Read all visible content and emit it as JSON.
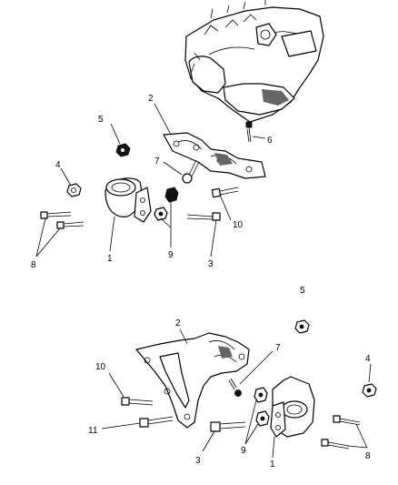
{
  "callouts": {
    "top_2": "2",
    "top_5": "5",
    "top_6": "6",
    "top_7": "7",
    "top_4": "4",
    "top_10": "10",
    "top_1": "1",
    "top_9": "9",
    "top_3": "3",
    "top_8": "8",
    "bot_5": "5",
    "bot_2": "2",
    "bot_7": "7",
    "bot_4": "4",
    "bot_10": "10",
    "bot_11": "11",
    "bot_3": "3",
    "bot_9": "9",
    "bot_1": "1",
    "bot_8": "8"
  },
  "colors": {
    "line": "#000000",
    "background": "#ffffff",
    "shade": "#666666"
  }
}
